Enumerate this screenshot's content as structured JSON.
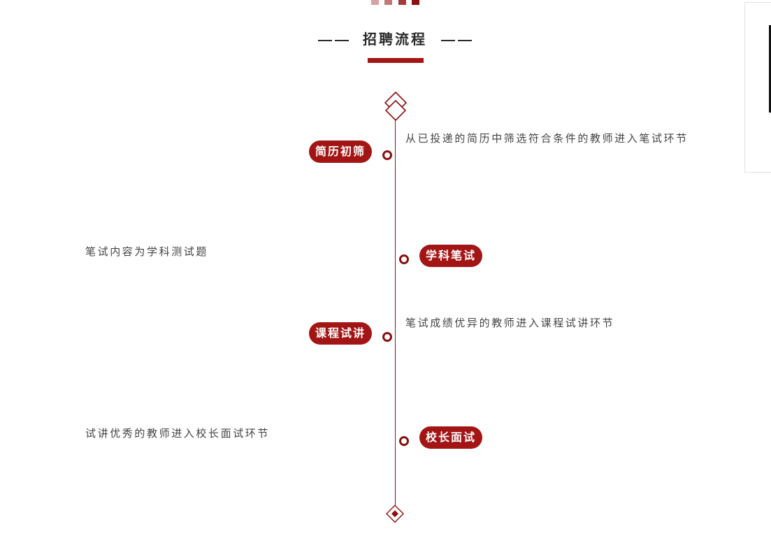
{
  "title": "招聘流程",
  "title_dash_left": "——",
  "title_dash_right": "——",
  "colors": {
    "accent": "#a31515",
    "dark_accent": "#8c1010",
    "text": "#444444",
    "square_colors": [
      "#d9a3a3",
      "#c07878",
      "#a33a3a",
      "#8c1010"
    ]
  },
  "steps": [
    {
      "label": "简历初筛",
      "description": "从已投递的简历中筛选符合条件的教师进入笔试环节",
      "side": "left"
    },
    {
      "label": "学科笔试",
      "description": "笔试内容为学科测试题",
      "side": "right"
    },
    {
      "label": "课程试讲",
      "description": "笔试成绩优异的教师进入课程试讲环节",
      "side": "left"
    },
    {
      "label": "校长面试",
      "description": "试讲优秀的教师进入校长面试环节",
      "side": "right"
    }
  ],
  "icons": {
    "top": "double-diamond-icon",
    "bottom": "diamond-icon",
    "marker": "ring-dot-icon",
    "side_card": "qr-code-icon"
  }
}
